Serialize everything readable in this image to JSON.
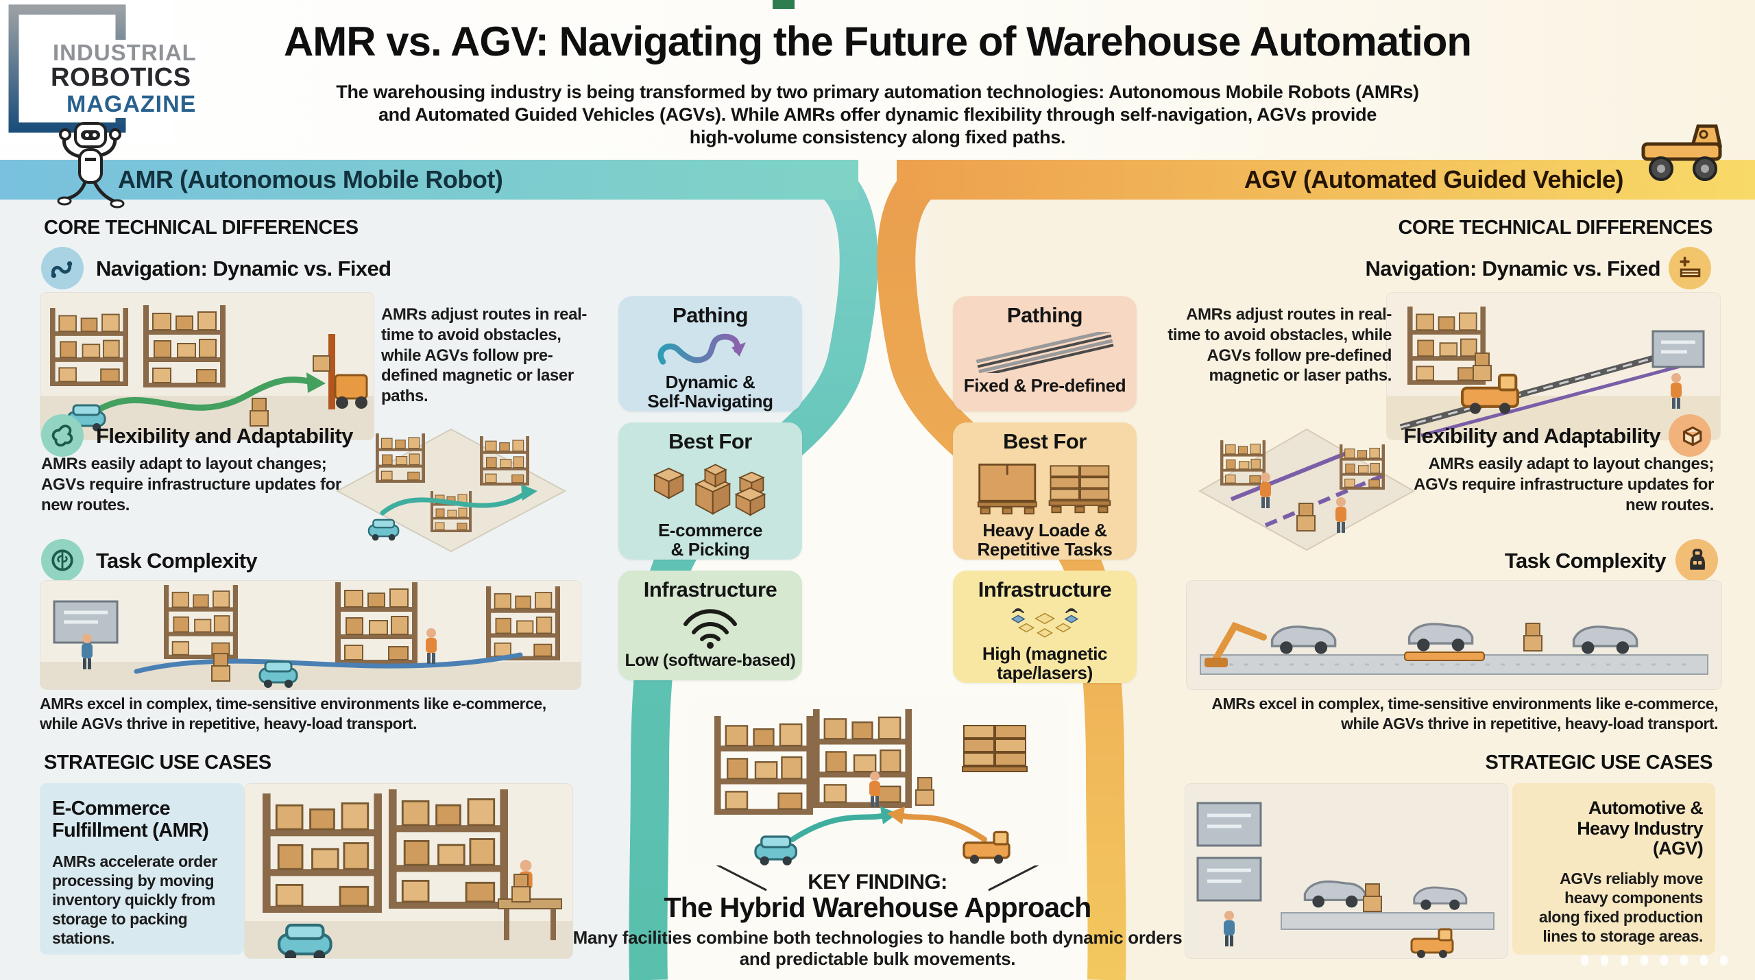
{
  "logo": {
    "line1": "INDUSTRIAL",
    "line2": "ROBOTICS",
    "line3": "MAGAZINE"
  },
  "header": {
    "title": "AMR vs. AGV: Navigating the Future of Warehouse Automation",
    "subtitle_lines": [
      "The warehousing industry is being transformed by two primary automation technologies: Autonomous Mobile Robots (AMRs)",
      "and Automated Guided Vehicles (AGVs). While AMRs offer dynamic flexibility through self-navigation, AGVs provide",
      "high-volume consistency along fixed paths."
    ]
  },
  "bands": {
    "amr_label": "AMR (Autonomous Mobile Robot)",
    "agv_label": "AGV (Automated Guided Vehicle)"
  },
  "amr_column": {
    "section_title": "CORE TECHNICAL DIFFERENCES",
    "navigation_label": "Navigation: Dynamic vs. Fixed",
    "navigation_text": "AMRs adjust routes in real-time to avoid obstacles, while AGVs follow pre-defined magnetic or laser paths.",
    "flexibility_label": "Flexibility and Adaptability",
    "flexibility_text": "AMRs easily adapt to layout changes; AGVs require infrastructure updates for new routes.",
    "task_label": "Task Complexity",
    "task_text": "AMRs excel in complex, time-sensitive environments like e-commerce, while AGVs thrive in repetitive, heavy-load transport.",
    "use_cases_title": "STRATEGIC USE CASES",
    "use_case_title": "E-Commerce\nFulfillment (AMR)",
    "use_case_text": "AMRs accelerate order processing by moving inventory quickly from storage to packing stations.",
    "cards": [
      {
        "title": "Pathing",
        "caption": "Dynamic &\nSelf-Navigating",
        "icon": "winding-arrow-icon"
      },
      {
        "title": "Best For",
        "caption": "E-commerce\n& Picking",
        "icon": "cardboard-boxes-icon"
      },
      {
        "title": "Infrastructure",
        "caption": "Low (software-based)",
        "icon": "wifi-icon"
      }
    ]
  },
  "agv_column": {
    "section_title": "CORE TECHNICAL DIFFERENCES",
    "navigation_label": "Navigation: Dynamic vs. Fixed",
    "navigation_text": "AMRs adjust routes in real-time to avoid obstacles, while AGVs follow pre-defined magnetic or laser paths.",
    "flexibility_label": "Flexibility and Adaptability",
    "flexibility_text": "AMRs easily adapt to layout changes; AGVs require infrastructure updates for new routes.",
    "task_label": "Task Complexity",
    "task_text": "AMRs excel in complex, time-sensitive environments like e-commerce, while AGVs thrive in repetitive, heavy-load transport.",
    "use_cases_title": "STRATEGIC USE CASES",
    "use_case_title": "Automotive &\nHeavy Industry (AGV)",
    "use_case_text": "AGVs reliably move heavy components along fixed production lines to storage areas.",
    "cards": [
      {
        "title": "Pathing",
        "caption": "Fixed & Pre-defined",
        "icon": "magnetic-tape-icon"
      },
      {
        "title": "Best For",
        "caption": "Heavy Loade &\nRepetitive Tasks",
        "icon": "pallet-loads-icon"
      },
      {
        "title": "Infrastructure",
        "caption": "High (magnetic\ntape/lasers)",
        "icon": "sensor-grid-icon"
      }
    ]
  },
  "key_finding": {
    "kicker": "KEY FINDING:",
    "title": "The Hybrid Warehouse Approach",
    "text": "Many facilities combine both technologies to handle both dynamic orders and predictable bulk movements."
  },
  "colors": {
    "amr_band_start": "#79c1de",
    "amr_band_end": "#7fd3c5",
    "agv_band_start": "#eda04d",
    "agv_band_end": "#f8da68",
    "amr_accent": "#5abfae",
    "agv_accent": "#eda24f",
    "card_pathing_amr": "#cfe3ed",
    "card_best_amr": "#c7e6df",
    "card_infra_amr": "#d6e8d0",
    "card_pathing_agv": "#f7d8c3",
    "card_best_agv": "#f6d9a6",
    "card_infra_agv": "#f7e7a3",
    "use_case_amr_bg": "#d9e9f0",
    "use_case_agv_bg": "#f8e8c2"
  }
}
